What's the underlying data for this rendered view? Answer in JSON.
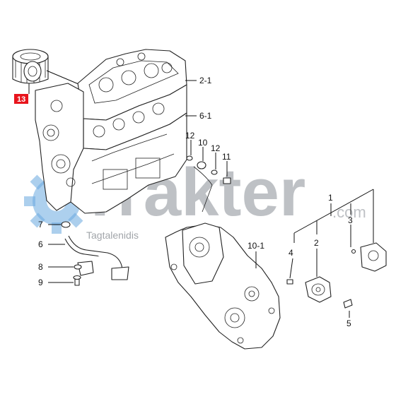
{
  "diagram": {
    "callouts": {
      "c_13": "13",
      "c_2_1": "2-1",
      "c_6_1": "6-1",
      "c_12a": "12",
      "c_10": "10",
      "c_12b": "12",
      "c_11": "11",
      "c_7": "7",
      "c_6": "6",
      "c_8": "8",
      "c_9": "9",
      "c_10_1": "10-1",
      "c_1": "1",
      "c_3": "3",
      "c_4": "4",
      "c_2": "2",
      "c_5": "5"
    },
    "highlight_color": "#e8141c"
  },
  "watermark": {
    "brand": "Trakter",
    "domain": ".com",
    "tagline": "Tagtalenidis"
  }
}
